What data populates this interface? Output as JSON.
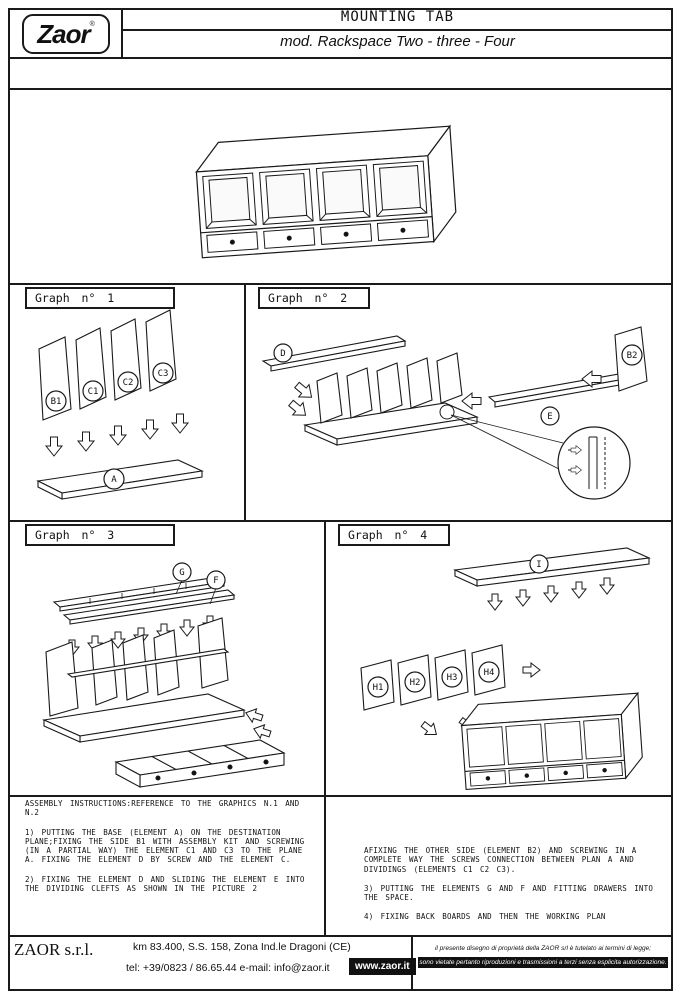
{
  "header": {
    "logo_text": "Zaor",
    "logo_mark": "®",
    "title": "MOUNTING TAB",
    "subtitle": "mod.  Rackspace Two - three - Four"
  },
  "graphs": [
    {
      "label": "Graph n° 1",
      "parts": [
        "B1",
        "C1",
        "C2",
        "C3",
        "A"
      ]
    },
    {
      "label": "Graph n° 2",
      "parts": [
        "D",
        "B2",
        "E"
      ]
    },
    {
      "label": "Graph n° 3",
      "parts": [
        "G",
        "F"
      ]
    },
    {
      "label": "Graph n° 4",
      "parts": [
        "I",
        "H1",
        "H2",
        "H3",
        "H4"
      ]
    }
  ],
  "instructions": {
    "heading": "ASSEMBLY INSTRUCTIONS:REFERENCE TO THE GRAPHICS N.1 AND N.2",
    "step1": "1) PUTTING THE BASE (ELEMENT A) ON THE DESTINATION PLANE;FIXING THE SIDE B1 WITH ASSEMBLY KIT AND SCREWING (IN A PARTIAL WAY) THE ELEMENT C1 AND C3 TO THE PLANE A. FIXING THE ELEMENT D BY SCREW AND THE ELEMENT C.",
    "step2": "2) FIXING THE ELEMENT D AND SLIDING THE ELEMENT E INTO THE DIVIDING CLEFTS AS SHOWN IN THE PICTURE 2",
    "step2b": "AFIXING THE OTHER SIDE (ELEMENT B2) AND SCREWING IN A COMPLETE WAY THE SCREWS CONNECTION BETWEEN PLAN A AND DIVIDINGS (ELEMENTS C1 C2 C3).",
    "step3": "3) PUTTING THE ELEMENTS G AND F AND FITTING DRAWERS INTO THE SPACE.",
    "step4": "4) FIXING BACK BOARDS AND THEN THE WORKING PLAN"
  },
  "footer": {
    "company": "ZAOR s.r.l.",
    "address": "km 83.400, S.S. 158, Zona Ind.le Dragoni (CE)",
    "phone_email": "tel: +39/0823 / 86.65.44  e-mail: info@zaor.it",
    "website": "www.zaor.it",
    "legal_line1": "il presente disegno di proprietà della ZAOR srl è tutelato ai termini di legge;",
    "legal_line2": "sono vietate pertanto riproduzioni e trasmissioni a terzi senza esplicita autorizzazione."
  }
}
